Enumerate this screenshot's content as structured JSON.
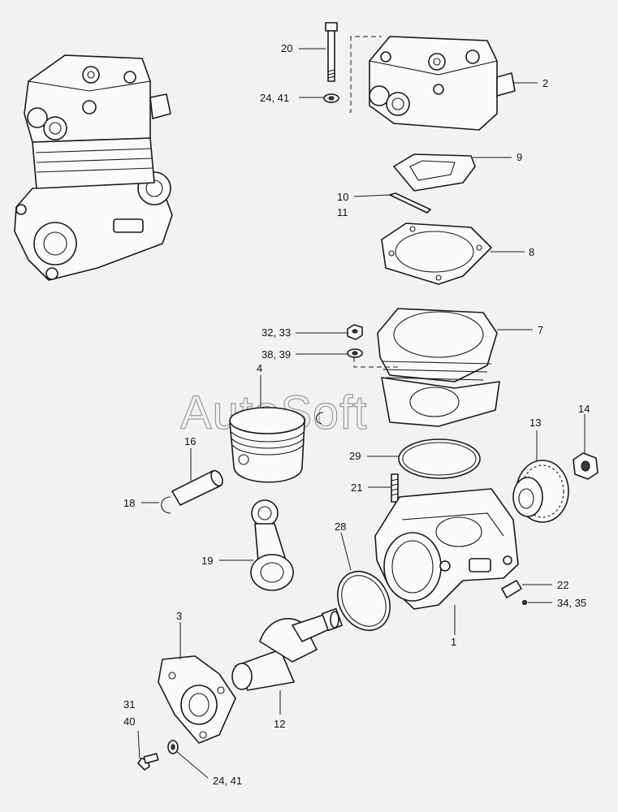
{
  "watermark": "AutoSoft",
  "callouts": {
    "c20": "20",
    "c24_41_top": "24, 41",
    "c2": "2",
    "c9": "9",
    "c10": "10",
    "c11": "11",
    "c8": "8",
    "c32_33": "32, 33",
    "c7": "7",
    "c38_39": "38, 39",
    "c4": "4",
    "c16": "16",
    "c18": "18",
    "c19": "19",
    "c13": "13",
    "c14": "14",
    "c29": "29",
    "c21": "21",
    "c28": "28",
    "c22": "22",
    "c34_35": "34, 35",
    "c1": "1",
    "c3": "3",
    "c12": "12",
    "c31": "31",
    "c40": "40",
    "c24_41_bottom": "24, 41"
  }
}
